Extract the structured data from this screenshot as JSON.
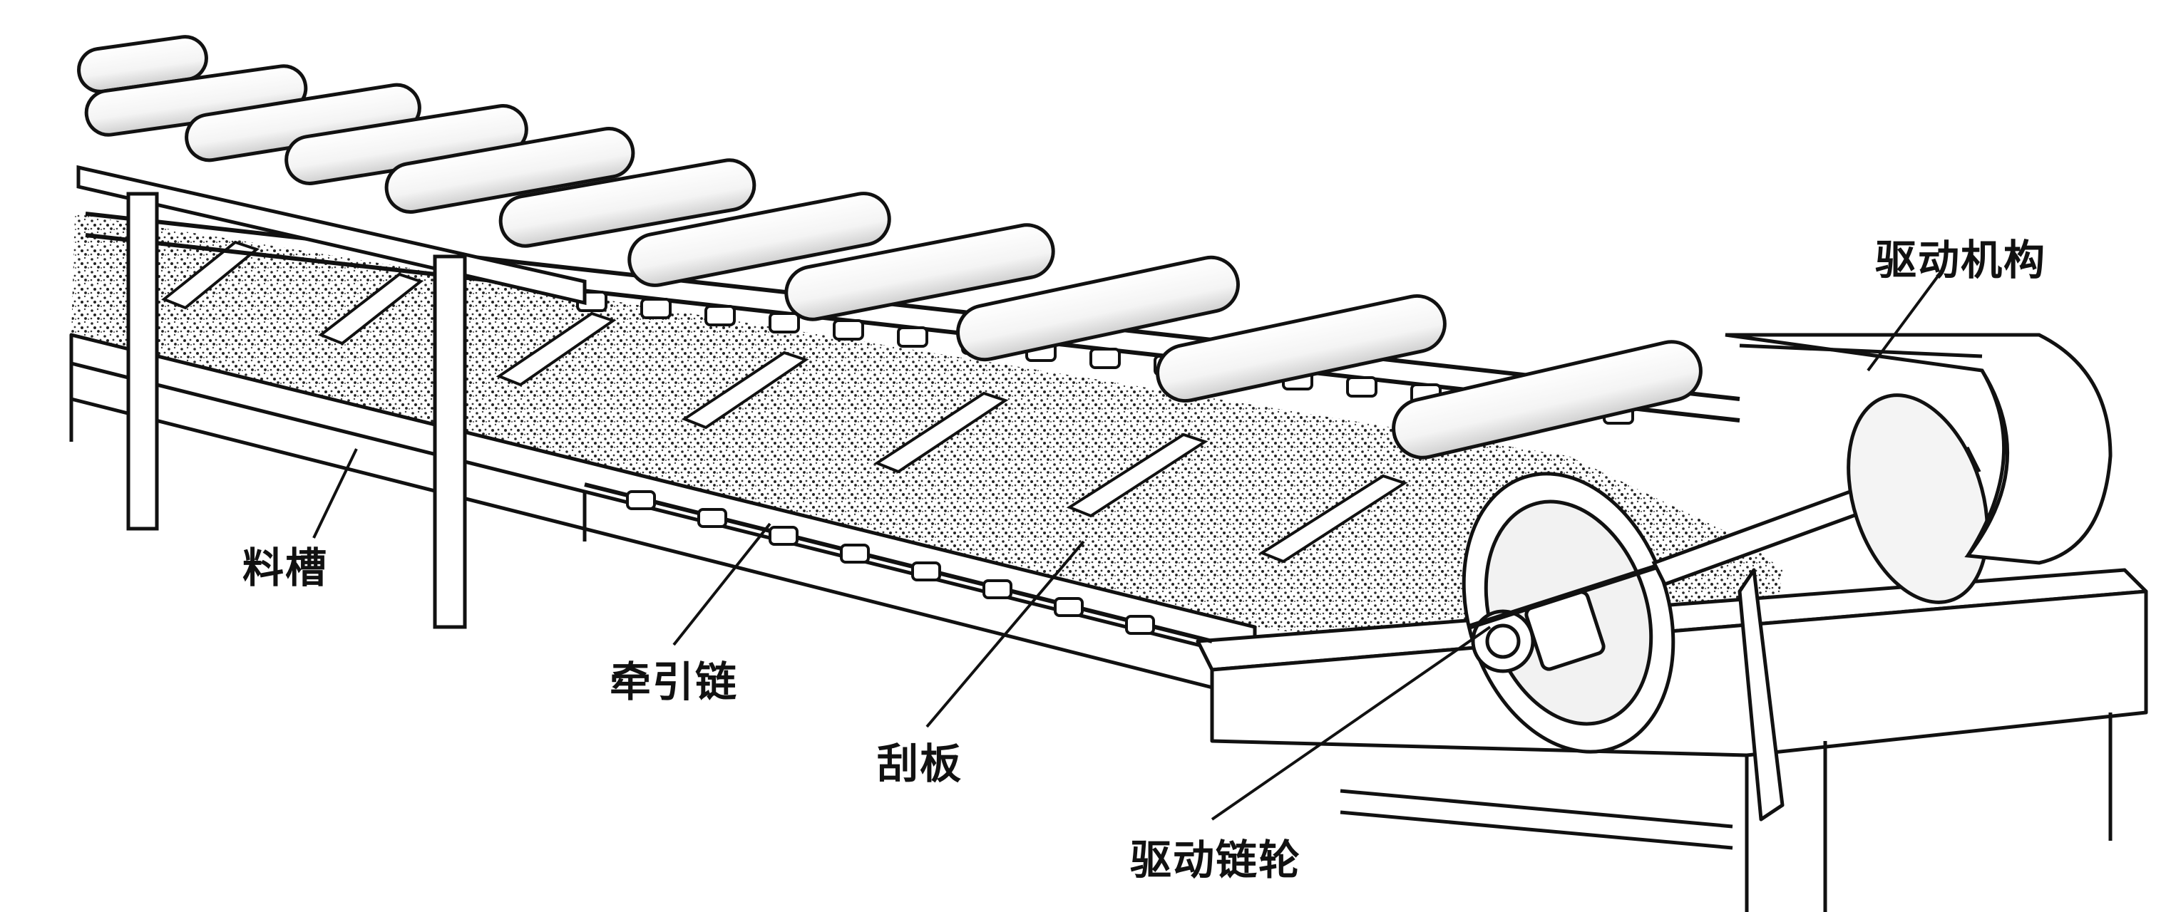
{
  "diagram": {
    "labels": {
      "trough": "料槽",
      "traction_chain": "牵引链",
      "scraper": "刮板",
      "drive_sprocket": "驱动链轮",
      "drive_mechanism": "驱动机构"
    },
    "colors": {
      "ink": "#111111",
      "paper": "#ffffff",
      "material": "#3a3a3a"
    }
  }
}
